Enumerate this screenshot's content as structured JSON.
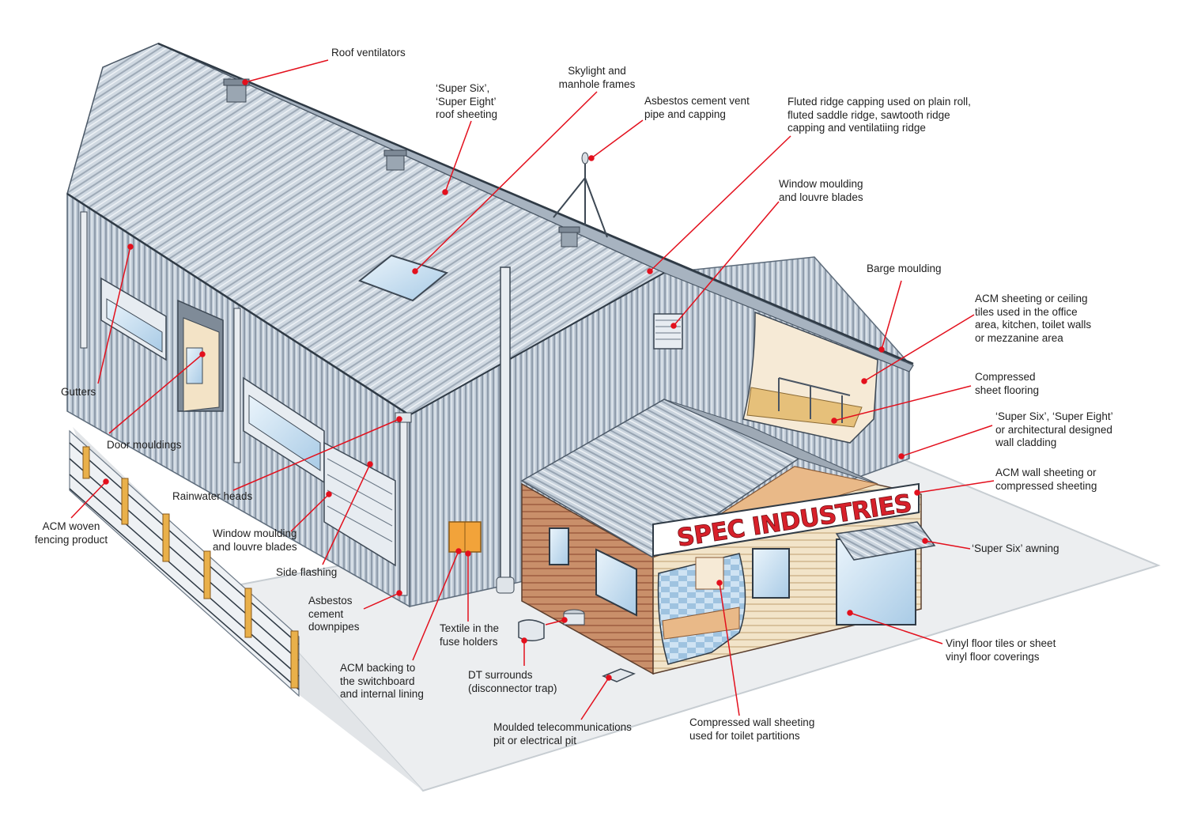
{
  "labels": {
    "roof_ventilators": "Roof ventilators",
    "skylight": "Skylight and\nmanhole frames",
    "super_six_roof": "‘Super Six’,\n‘Super Eight’\nroof sheeting",
    "vent_pipe": "Asbestos cement vent\npipe and capping",
    "fluted_ridge": "Fluted ridge capping used on plain roll,\nfluted saddle ridge, sawtooth ridge\ncapping and ventilatiing ridge",
    "window_moulding_upper": "Window moulding\nand louvre blades",
    "barge": "Barge moulding",
    "acm_ceiling": "ACM sheeting or ceiling\ntiles used in the office\narea, kitchen, toilet walls\nor mezzanine area",
    "compressed_floor": "Compressed\nsheet flooring",
    "super_six_wall": "‘Super Six’, ‘Super Eight’\nor architectural designed\nwall cladding",
    "acm_wall": "ACM wall sheeting or\ncompressed sheeting",
    "awning": "‘Super Six’ awning",
    "vinyl": "Vinyl floor tiles or sheet\nvinyl floor coverings",
    "toilet_partitions": "Compressed wall sheeting\nused for toilet partitions",
    "telecom_pit": "Moulded telecommunications\npit or electrical pit",
    "dt_surrounds": "DT surrounds\n(disconnector trap)",
    "textile": "Textile in the\nfuse holders",
    "switchboard": "ACM backing to\nthe switchboard\nand internal lining",
    "downpipes": "Asbestos\ncement\ndownpipes",
    "side_flashing": "Side flashing",
    "window_moulding_side": "Window moulding\nand louvre blades",
    "rainwater": "Rainwater heads",
    "door_mouldings": "Door mouldings",
    "gutters": "Gutters",
    "fencing": "ACM woven\nfencing product"
  },
  "sign_text": "SPEC INDUSTRIES",
  "colors": {
    "leader": "#e3101d",
    "label_text": "#1f1f1f",
    "roof": "#c9d3de",
    "wall": "#b7c3cf",
    "office_weatherboard": "#c98f6a",
    "cream_wall": "#f3e3c6",
    "sign_red": "#d7202a",
    "ground": "#eceef0"
  }
}
